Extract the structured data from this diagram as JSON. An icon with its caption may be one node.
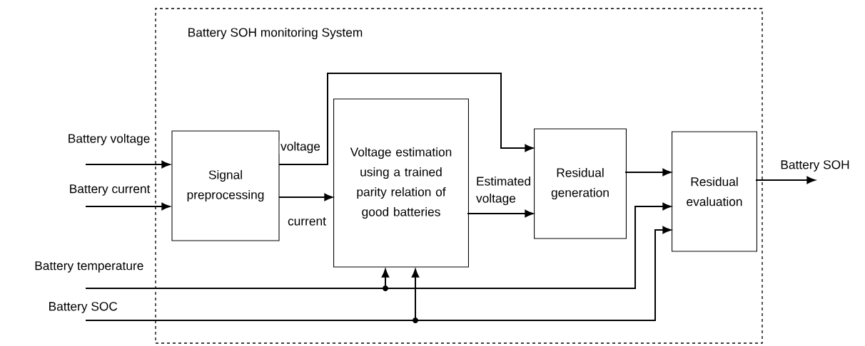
{
  "diagram": {
    "nodes": [
      {
        "text": [
          "Battery SOH monitoring System"
        ]
      },
      {
        "text": [
          "Signal preprocessing"
        ],
        "in": 0
      },
      {
        "text": [
          "Voltage estimation using a trained parity relation of good batteries"
        ],
        "in": 0
      },
      {
        "text": [
          "Residual generation"
        ],
        "in": 0
      },
      {
        "text": [
          "Residual evaluation"
        ],
        "in": 0
      }
    ],
    "edges": [
      {
        "from": null,
        "to": 1,
        "arrow": "to",
        "label": "Battery voltage"
      },
      {
        "from": null,
        "to": 1,
        "arrow": "to",
        "label": "Battery current"
      },
      {
        "from": null,
        "to": 2,
        "arrow": "to",
        "label": "Battery temperature"
      },
      {
        "from": null,
        "to": 4,
        "arrow": "to"
      },
      {
        "from": null,
        "to": 2,
        "arrow": "to",
        "label": "Battery SOC"
      },
      {
        "from": null,
        "to": 4,
        "arrow": "to"
      },
      {
        "from": 1,
        "to": 3,
        "arrow": "to",
        "label": "voltage"
      },
      {
        "from": 1,
        "to": 2,
        "arrow": "to",
        "label": "current"
      },
      {
        "from": 2,
        "to": 3,
        "arrow": "to",
        "label": "Estimated voltage"
      },
      {
        "from": 3,
        "to": 4,
        "arrow": "to"
      },
      {
        "from": 4,
        "to": null,
        "arrow": "to",
        "label": "Battery SOH"
      }
    ]
  }
}
